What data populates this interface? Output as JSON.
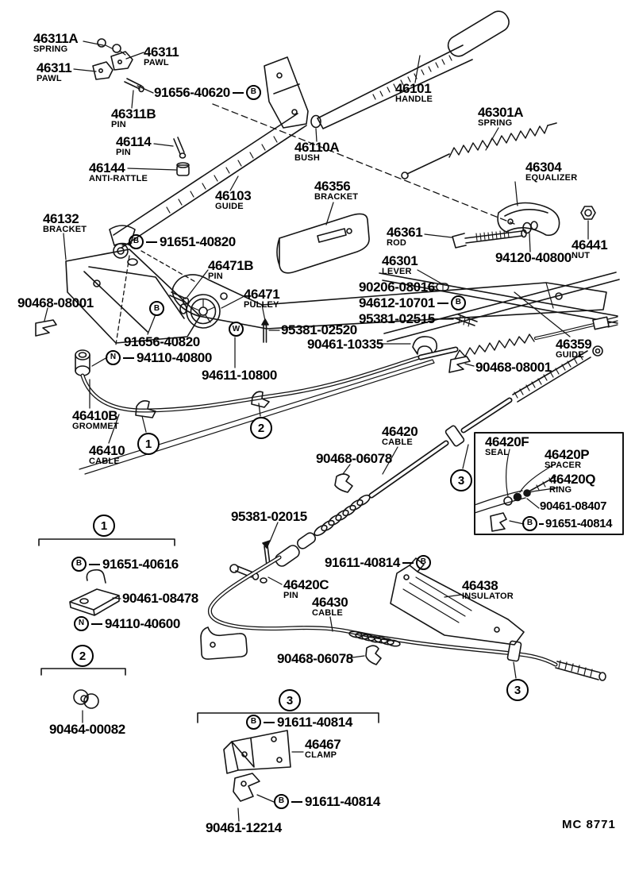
{
  "meta": {
    "code": "MC 8771"
  },
  "callouts": {
    "one": "1",
    "two": "2",
    "three": "3"
  },
  "parts": {
    "p46311a": {
      "num": "46311A",
      "name": "SPRING"
    },
    "p46311_right": {
      "num": "46311",
      "name": "PAWL"
    },
    "p46311_left": {
      "num": "46311",
      "name": "PAWL"
    },
    "p91656_40620": {
      "num": "91656-40620",
      "marker": "B"
    },
    "p46311b": {
      "num": "46311B",
      "name": "PIN"
    },
    "p46114": {
      "num": "46114",
      "name": "PIN"
    },
    "p46144": {
      "num": "46144",
      "name": "ANTI-RATTLE"
    },
    "p46101": {
      "num": "46101",
      "name": "HANDLE"
    },
    "p46110a": {
      "num": "46110A",
      "name": "BUSH"
    },
    "p46301a": {
      "num": "46301A",
      "name": "SPRING"
    },
    "p46304": {
      "num": "46304",
      "name": "EQUALIZER"
    },
    "p46103": {
      "num": "46103",
      "name": "GUIDE"
    },
    "p46132": {
      "num": "46132",
      "name": "BRACKET"
    },
    "p91651_40820": {
      "num": "91651-40820",
      "marker": "B"
    },
    "p46471b": {
      "num": "46471B",
      "name": "PIN"
    },
    "p46471": {
      "num": "46471",
      "name": "PULLEY"
    },
    "p46356": {
      "num": "46356",
      "name": "BRACKET"
    },
    "p46361": {
      "num": "46361",
      "name": "ROD"
    },
    "p46301": {
      "num": "46301",
      "name": "LEVER"
    },
    "p94120_40800": {
      "num": "94120-40800"
    },
    "p46441": {
      "num": "46441",
      "name": "NUT"
    },
    "p90206_08016": {
      "num": "90206-08016"
    },
    "p94612_10701": {
      "num": "94612-10701",
      "marker": "B"
    },
    "p95381_02515": {
      "num": "95381-02515"
    },
    "p95381_02520": {
      "num": "95381-02520"
    },
    "p90461_10335": {
      "num": "90461-10335"
    },
    "p90468_08001_left": {
      "num": "90468-08001"
    },
    "p91656_40820": {
      "num": "91656-40820",
      "marker": "B"
    },
    "p94110_40800": {
      "num": "94110-40800",
      "marker": "N"
    },
    "p94611_10800": {
      "num": "94611-10800",
      "marker": "W"
    },
    "p46359": {
      "num": "46359",
      "name": "GUIDE"
    },
    "p90468_08001_right": {
      "num": "90468-08001"
    },
    "p46410b": {
      "num": "46410B",
      "name": "GROMMET"
    },
    "p46410": {
      "num": "46410",
      "name": "CABLE"
    },
    "p46420": {
      "num": "46420",
      "name": "CABLE"
    },
    "p90468_06078_upper": {
      "num": "90468-06078"
    },
    "p46420f": {
      "num": "46420F",
      "name": "SEAL"
    },
    "p46420p": {
      "num": "46420P",
      "name": "SPACER"
    },
    "p46420q": {
      "num": "46420Q",
      "name": "RING"
    },
    "p90461_08407": {
      "num": "90461-08407"
    },
    "p91651_40814": {
      "num": "91651-40814",
      "marker": "B"
    },
    "p95381_02015": {
      "num": "95381-02015"
    },
    "p91611_40814": {
      "num": "91611-40814",
      "marker": "B"
    },
    "p46420c": {
      "num": "46420C",
      "name": "PIN"
    },
    "p46430": {
      "num": "46430",
      "name": "CABLE"
    },
    "p46438": {
      "num": "46438",
      "name": "INSULATOR"
    },
    "p90468_06078_lower": {
      "num": "90468-06078"
    },
    "legend1": {
      "circle": "1",
      "items": [
        {
          "num": "91651-40616",
          "marker": "B"
        },
        {
          "num": "90461-08478"
        },
        {
          "num": "94110-40600",
          "marker": "N"
        }
      ]
    },
    "legend2": {
      "circle": "2",
      "items": [
        {
          "num": "90464-00082"
        }
      ]
    },
    "legend3": {
      "circle": "3",
      "items": [
        {
          "num": "91611-40814",
          "marker": "B"
        },
        {
          "num": "46467",
          "name": "CLAMP"
        },
        {
          "num": "91611-40814",
          "marker": "B"
        },
        {
          "num": "90461-12214"
        }
      ]
    }
  }
}
